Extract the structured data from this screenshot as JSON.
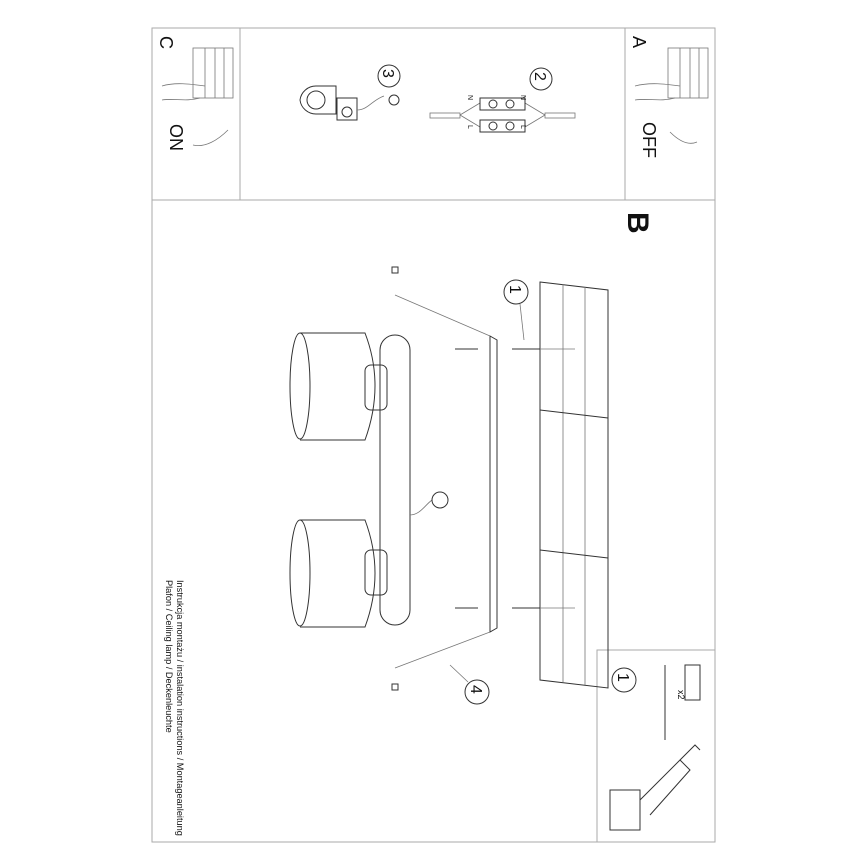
{
  "panels": {
    "a": {
      "letter": "A",
      "label": "OFF"
    },
    "b": {
      "letter": "B"
    },
    "c": {
      "letter": "C",
      "label": "ON"
    }
  },
  "steps": [
    "1",
    "2",
    "3",
    "4"
  ],
  "wiring": {
    "n": "N",
    "l": "L"
  },
  "kit": {
    "step": "1",
    "quantity": "x2"
  },
  "footer": {
    "line1": "Instrukcja montażu / instalation instructions / Montageanleitung",
    "line2": "Plafon / Ceiling lamp / Deckenleuchte"
  }
}
